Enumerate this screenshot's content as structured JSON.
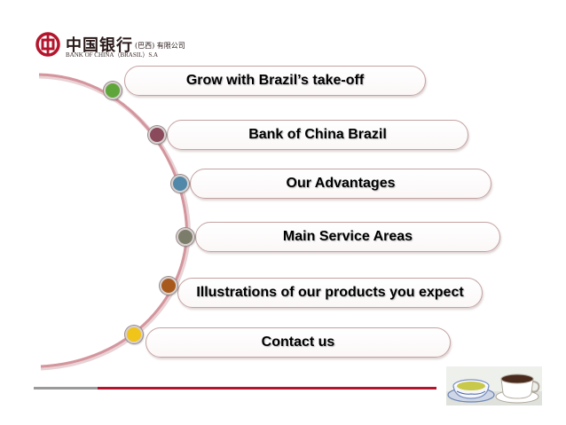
{
  "logo": {
    "cn_name": "中国银行",
    "cn_suffix": "(巴西) 有限公司",
    "en_name": "BANK OF CHINA（BRASIL）S.A",
    "brand_color": "#b3152c"
  },
  "menu": {
    "items": [
      {
        "label": "Grow with Brazil’s take-off",
        "dot_color": "#5fa63a"
      },
      {
        "label": "Bank of China Brazil",
        "dot_color": "#8a4a5c"
      },
      {
        "label": "Our Advantages",
        "dot_color": "#4f88a8"
      },
      {
        "label": "Main Service Areas",
        "dot_color": "#7c7c6a"
      },
      {
        "label": "Illustrations of our products you expect",
        "dot_color": "#a85a1c"
      },
      {
        "label": "Contact us",
        "dot_color": "#f0c418"
      }
    ]
  },
  "decor": {
    "arc_color": "#d4959d",
    "footer_gray": "#9a9a9a",
    "footer_red": "#b3152c",
    "photo": "tea-cups-photo"
  }
}
